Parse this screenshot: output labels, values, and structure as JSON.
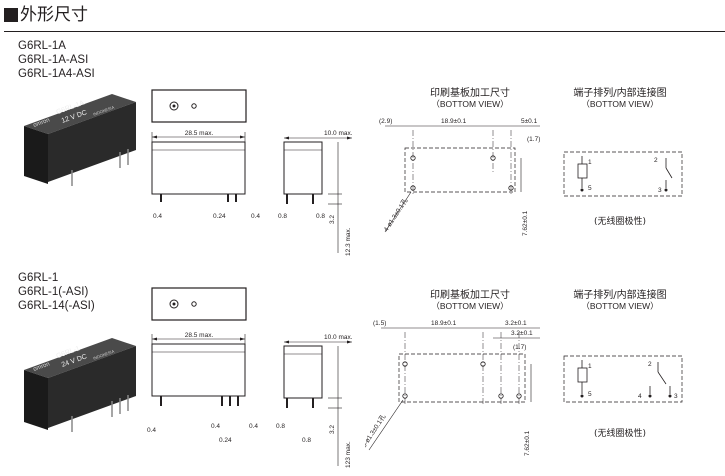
{
  "header": {
    "title": "外形尺寸"
  },
  "section_a": {
    "models": [
      "G6RL-1A",
      "G6RL-1A-ASI",
      "G6RL-1A4-ASI"
    ],
    "photo_text": {
      "brand": "omron",
      "model": "G6RL-1A",
      "voltage": "12 V DC",
      "origin": "INDONESIA"
    },
    "front": {
      "length": "28.5 max.",
      "pin_w": "0.4",
      "pin_w2": "0.24",
      "pin_w3": "0.4"
    },
    "side": {
      "width": "10.0 max.",
      "pin_a": "0.8",
      "pin_b": "0.8",
      "height": "12.3 max.",
      "pin_len": "3.2"
    },
    "pcb": {
      "title": "印刷基板加工尺寸",
      "subtitle": "（BOTTOM VIEW）",
      "d1": "(2.9)",
      "d2": "18.9±0.1",
      "d3": "5±0.1",
      "d4": "(1.7)",
      "holes": "4-ø1.3±0.1孔",
      "pitch": "7.62±0.1"
    },
    "terminal": {
      "title": "端子排列/内部连接图",
      "subtitle": "（BOTTOM VIEW）",
      "note": "(无线圈极性)",
      "pins": [
        "1",
        "2",
        "5",
        "3"
      ]
    }
  },
  "section_b": {
    "models": [
      "G6RL-1",
      "G6RL-1(-ASI)",
      "G6RL-14(-ASI)"
    ],
    "photo_text": {
      "brand": "omron",
      "model": "G6RL-1",
      "voltage": "24 V DC",
      "origin": "INDONESIA"
    },
    "front": {
      "length": "28.5 max.",
      "pin_w": "0.4",
      "pin_w2": "0.4",
      "pin_w3": "0.24",
      "pin_w4": "0.4"
    },
    "side": {
      "width": "10.0 max.",
      "pin_a": "0.8",
      "pin_b": "0.8",
      "height": "123 max.",
      "pin_len": "3.2"
    },
    "pcb": {
      "title": "印刷基板加工尺寸",
      "subtitle": "（BOTTOM VIEW）",
      "d1": "(1.5)",
      "d2": "18.9±0.1",
      "d3": "3.2±0.1",
      "d4": "3.2±0.1",
      "d5": "(1.7)",
      "holes": "5-ø1.3±0.1孔",
      "pitch": "7.62±0.1"
    },
    "terminal": {
      "title": "端子排列/内部连接图",
      "subtitle": "（BOTTOM VIEW）",
      "note": "(无线圈极性)",
      "pins": [
        "1",
        "2",
        "5",
        "4",
        "3"
      ]
    }
  }
}
